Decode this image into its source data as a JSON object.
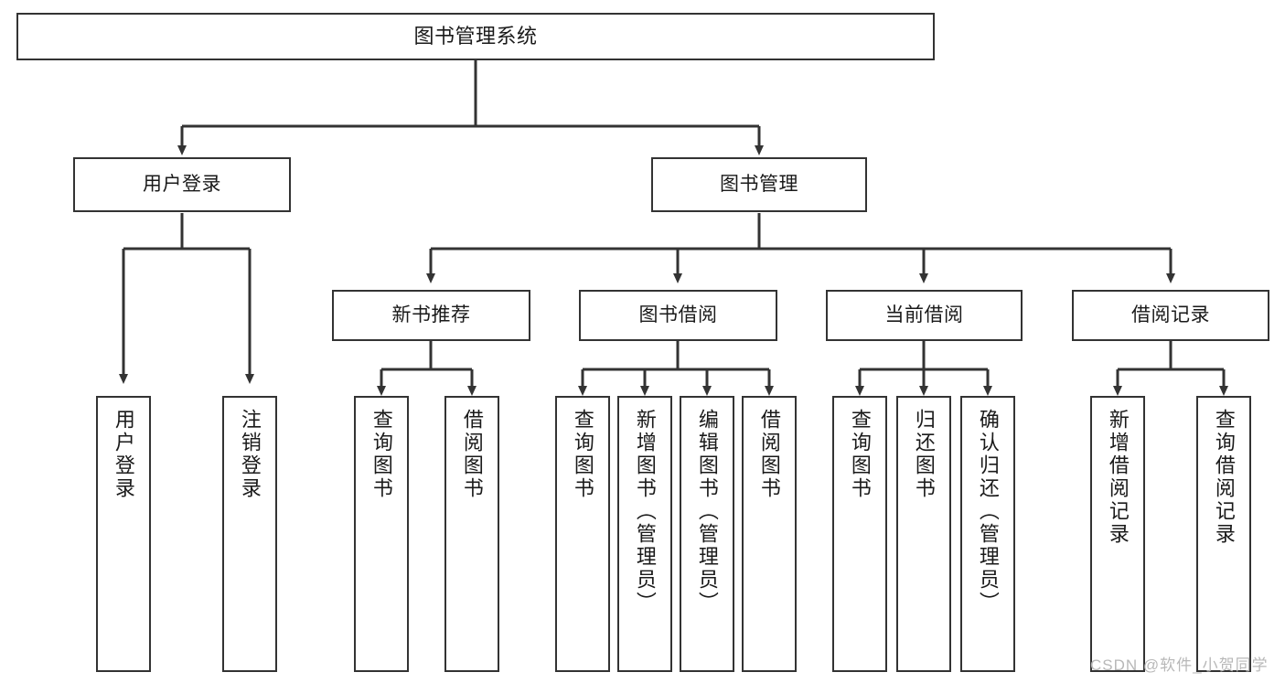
{
  "diagram": {
    "title": "图书管理系统",
    "watermark": "CSDN @软件_小贺同学",
    "colors": {
      "stroke": "#333333",
      "box_fill": "#ffffff",
      "text": "#1a1a1a",
      "watermark": "#b8b8b8",
      "background": "#ffffff"
    },
    "nodes": {
      "root": {
        "label": "图书管理系统"
      },
      "level2": [
        {
          "label": "用户登录"
        },
        {
          "label": "图书管理"
        }
      ],
      "level3": [
        {
          "label": "新书推荐"
        },
        {
          "label": "图书借阅"
        },
        {
          "label": "当前借阅"
        },
        {
          "label": "借阅记录"
        }
      ],
      "leaves": {
        "user_login": [
          {
            "label": "用户登录"
          },
          {
            "label": "注销登录"
          }
        ],
        "new_book": [
          {
            "label": "查询图书"
          },
          {
            "label": "借阅图书"
          }
        ],
        "book_borrow": [
          {
            "label": "查询图书"
          },
          {
            "label": "新增图书（管理员）"
          },
          {
            "label": "编辑图书（管理员）"
          },
          {
            "label": "借阅图书"
          }
        ],
        "current_borrow": [
          {
            "label": "查询图书"
          },
          {
            "label": "归还图书"
          },
          {
            "label": "确认归还（管理员）"
          }
        ],
        "borrow_record": [
          {
            "label": "新增借阅记录"
          },
          {
            "label": "查询借阅记录"
          }
        ]
      }
    }
  }
}
